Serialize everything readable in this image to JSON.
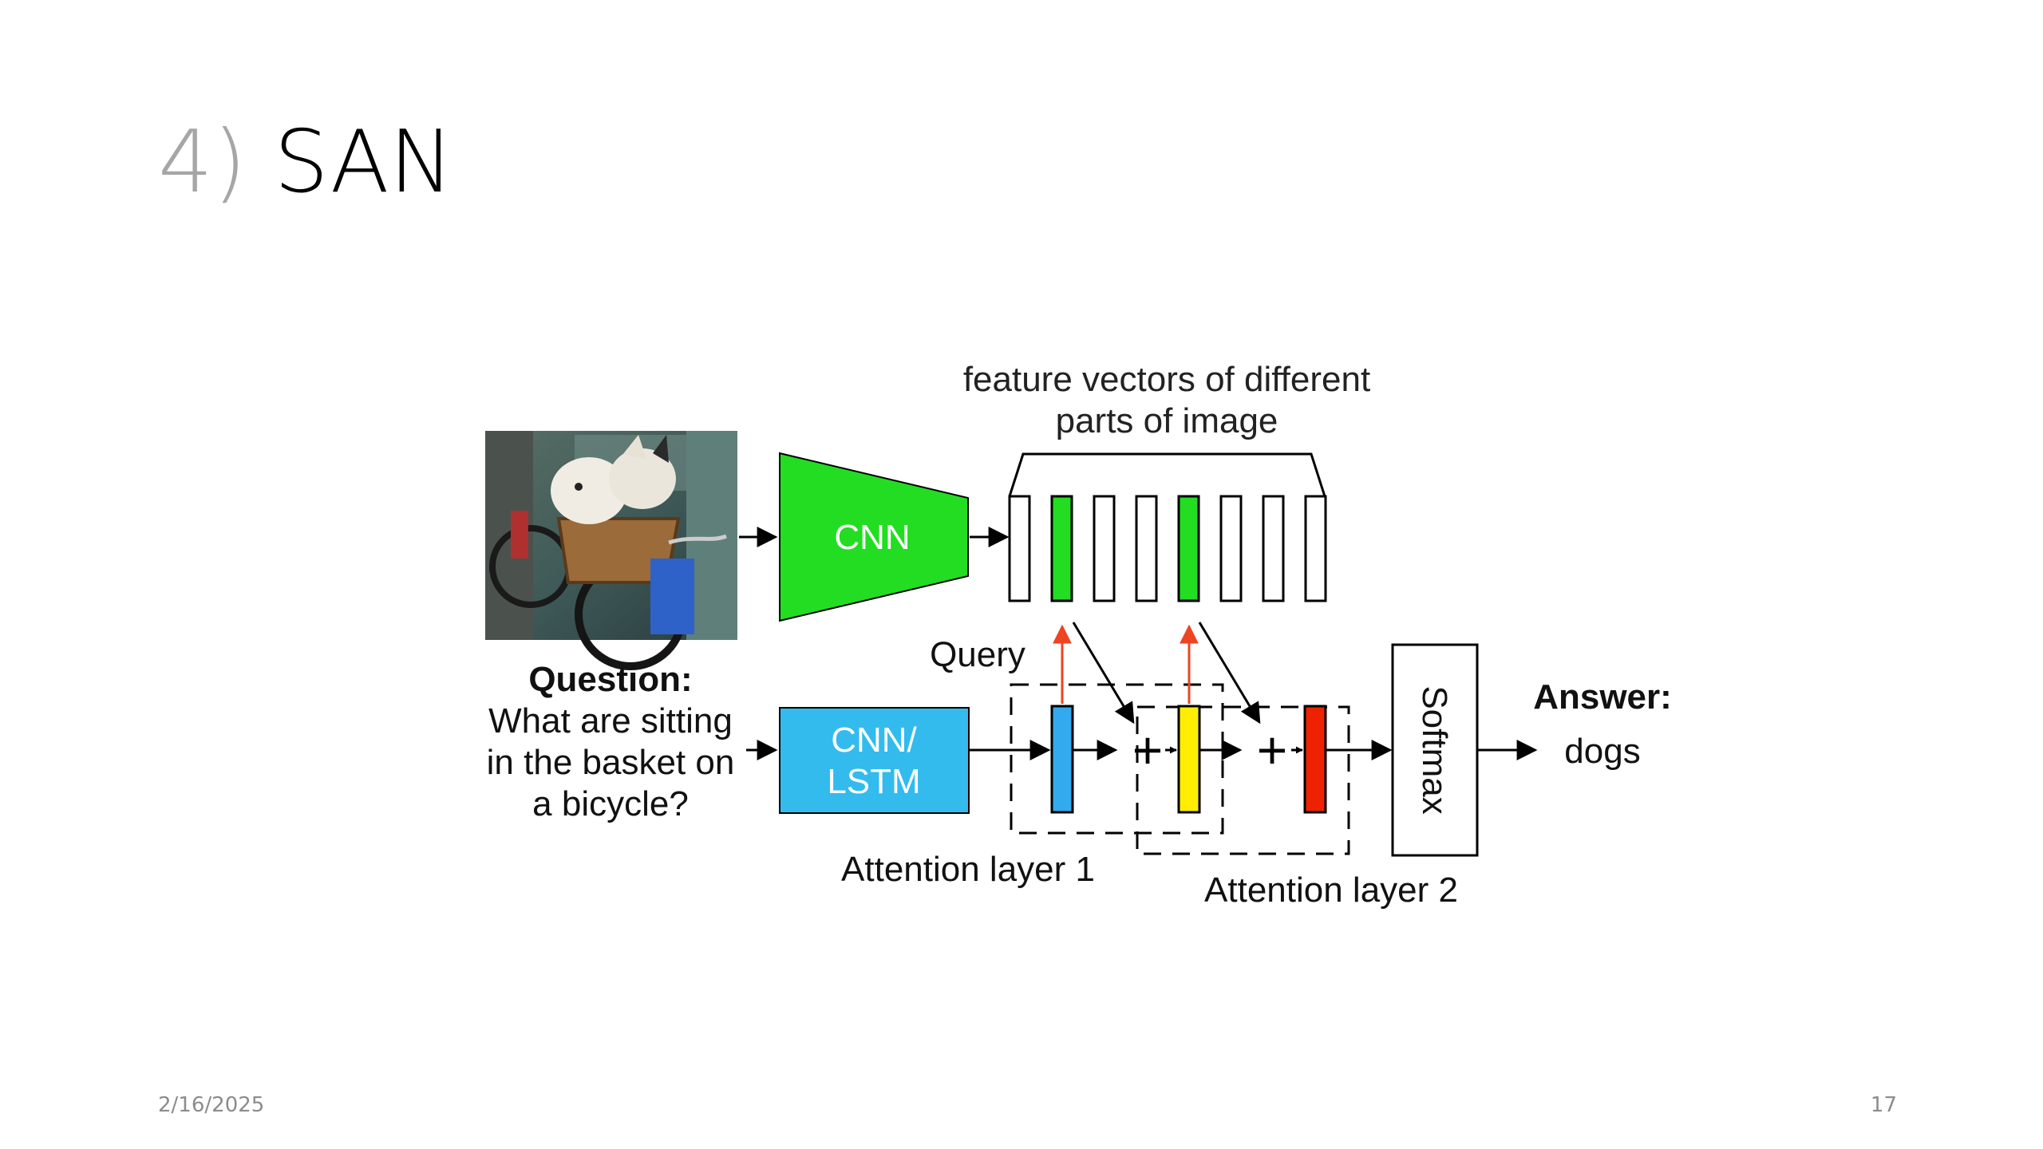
{
  "slide": {
    "title_number": "4)",
    "title_text": "SAN",
    "date": "2/16/2025",
    "page_number": "17"
  },
  "diagram": {
    "feature_caption_line1": "feature vectors of different",
    "feature_caption_line2": "parts of image",
    "cnn_label": "CNN",
    "cnn_lstm_line1": "CNN/",
    "cnn_lstm_line2": "LSTM",
    "query_label": "Query",
    "question_heading": "Question:",
    "question_line1": "What are sitting",
    "question_line2": "in the basket on",
    "question_line3": "a bicycle?",
    "attention_layer1": "Attention layer 1",
    "attention_layer2": "Attention layer 2",
    "softmax_label": "Softmax",
    "answer_heading": "Answer:",
    "answer_value": "dogs",
    "plus_symbol": "+",
    "colors": {
      "cnn_green": "#22dd22",
      "feature_green": "#22dd22",
      "lstm_blue": "#33bbee",
      "query_blue": "#33aaee",
      "layer1_yellow": "#ffee00",
      "layer2_red": "#ee2200",
      "attention_arrow_red": "#ee4422"
    }
  }
}
